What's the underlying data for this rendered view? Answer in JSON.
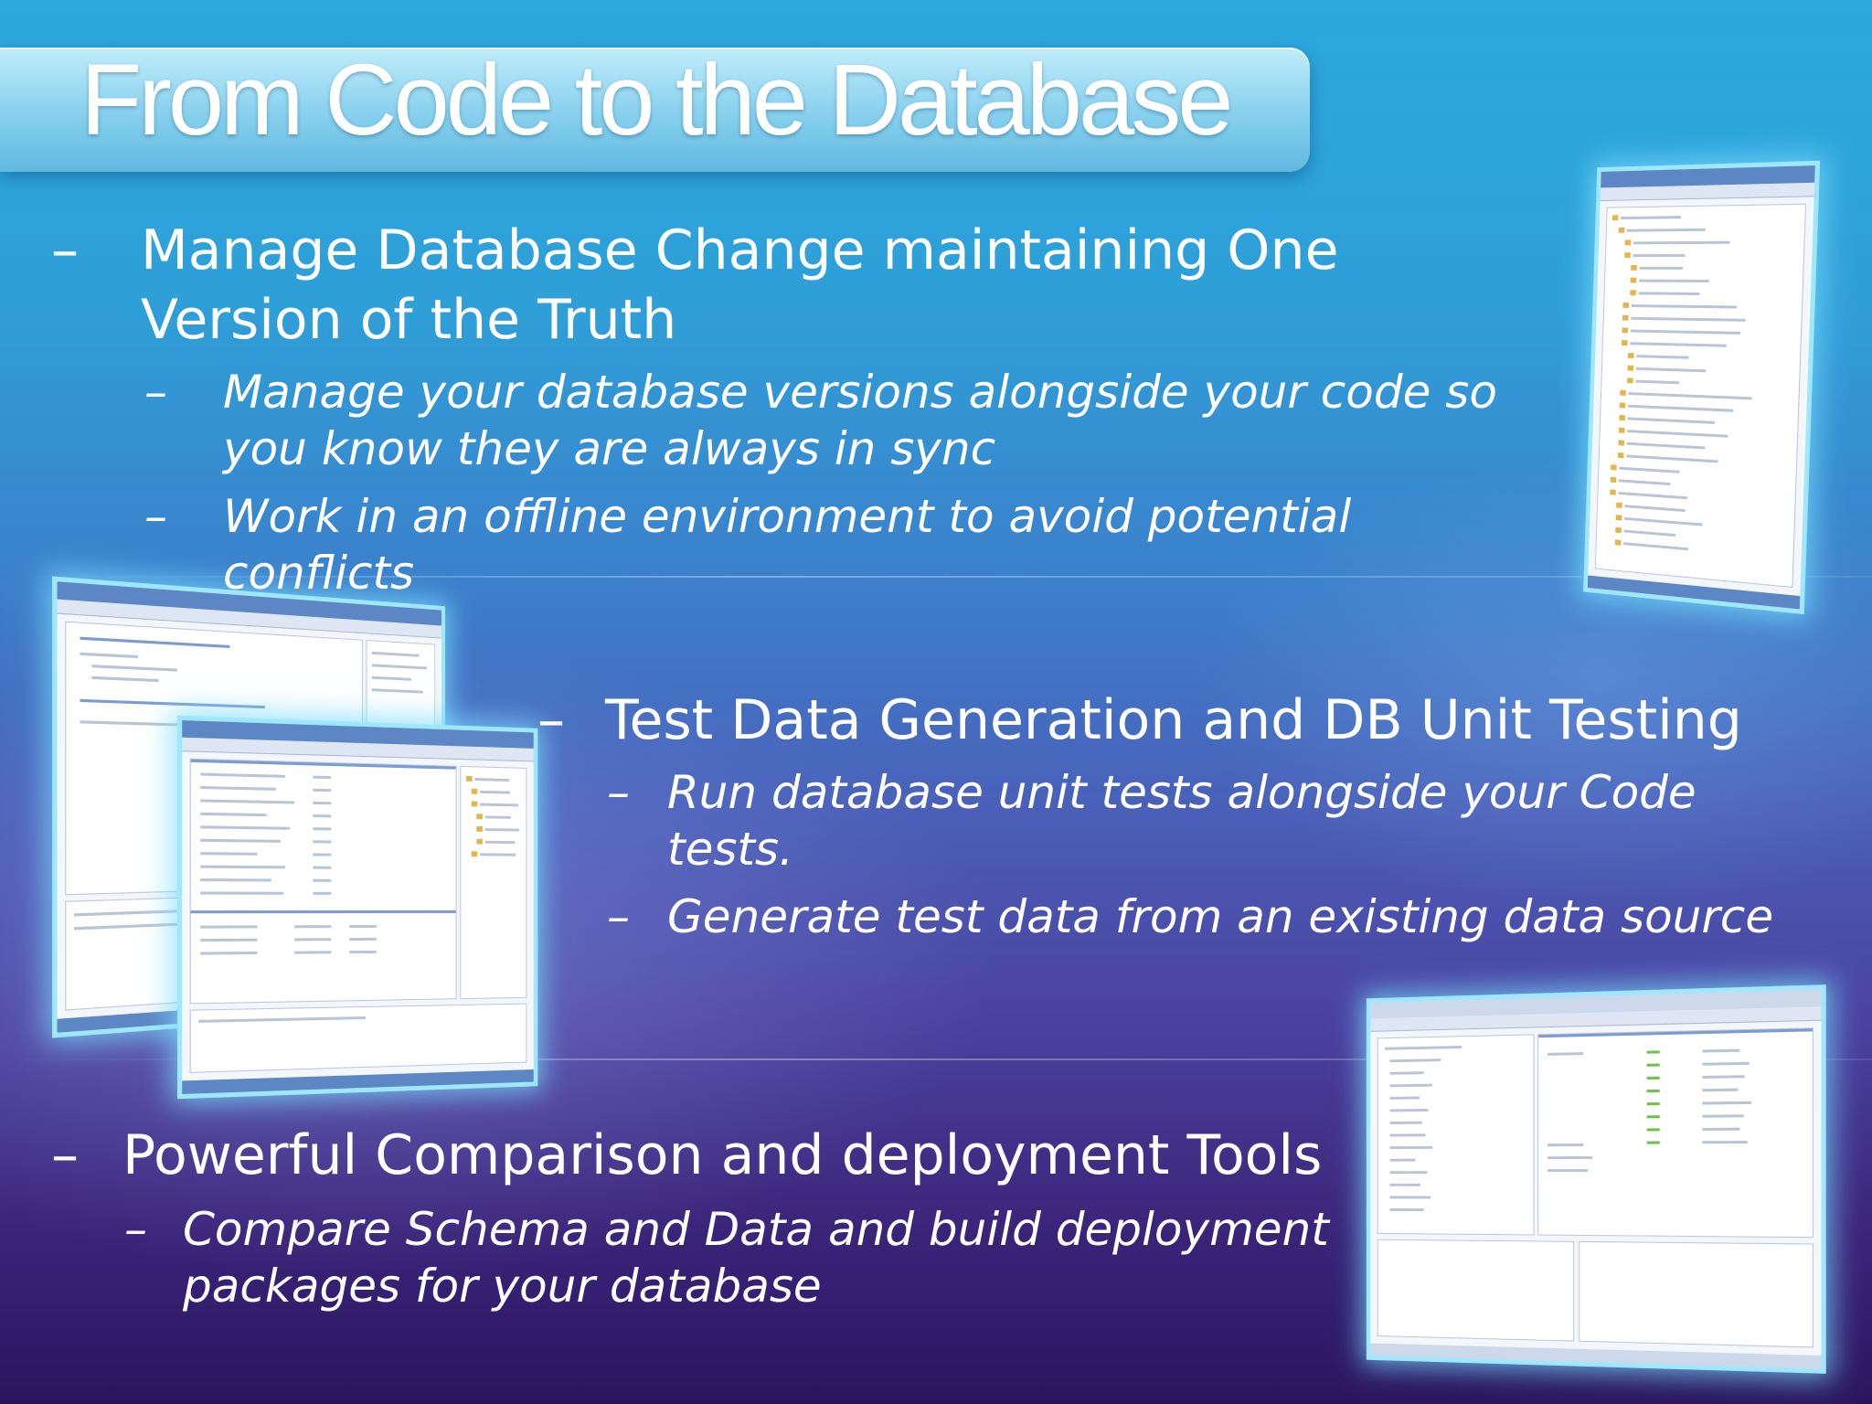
{
  "slide": {
    "title": "From Code to the Database",
    "dash": "–",
    "sections": [
      {
        "heading": "Manage Database Change maintaining One Version of the Truth",
        "heading_lines": [
          "Manage Database Change maintaining One",
          "Version of the Truth"
        ],
        "items": [
          {
            "lines": [
              "Manage your database versions alongside your code so",
              "you know they are always in sync"
            ]
          },
          {
            "lines": [
              "Work in an offline environment to avoid potential",
              "conflicts"
            ]
          }
        ]
      },
      {
        "heading": "Test Data Generation and DB Unit Testing",
        "heading_lines": [
          "Test Data Generation and DB Unit Testing"
        ],
        "items": [
          {
            "lines": [
              "Run database unit tests alongside your Code",
              "tests."
            ]
          },
          {
            "lines": [
              "Generate test data from an existing data source"
            ]
          }
        ]
      },
      {
        "heading": "Powerful Comparison and deployment Tools",
        "heading_lines": [
          "Powerful Comparison and deployment Tools"
        ],
        "items": [
          {
            "lines": [
              "Compare Schema and Data and build deployment",
              "packages for your database"
            ]
          }
        ]
      }
    ]
  },
  "images": {
    "schema_explorer": "solution-explorer-screenshot",
    "query_editor_back": "sql-editor-screenshot",
    "query_editor_front": "sql-results-screenshot",
    "schema_compare": "schema-compare-screenshot"
  },
  "colors": {
    "background_top": "#2aa9de",
    "background_bottom": "#2a1560",
    "title_bar": "#b4e4f6",
    "text": "#ffffff",
    "screenshot_glow": "#9fe6ff"
  }
}
